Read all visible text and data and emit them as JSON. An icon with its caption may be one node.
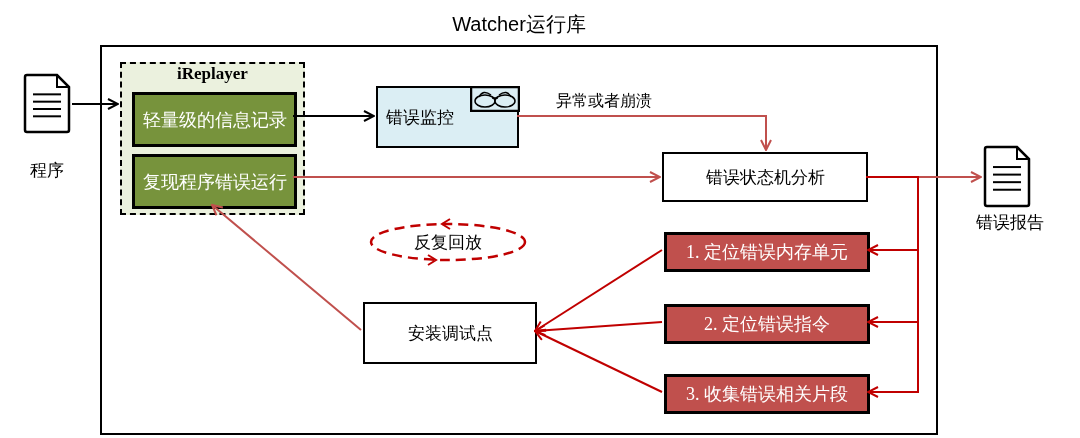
{
  "diagram": {
    "nodes": [
      {
        "text": [
          "Watcher运行库"
        ]
      },
      {
        "text": [],
        "shape": "document",
        "beside": [
          "程序"
        ]
      },
      {
        "text": [
          "iReplayer"
        ],
        "in": 0
      },
      {
        "text": [
          "轻量级的信息记录"
        ],
        "in": 2
      },
      {
        "text": [
          "复现程序错误运行"
        ],
        "in": 2
      },
      {
        "text": [
          "错误监控"
        ],
        "in": 0
      },
      {
        "text": [
          "错误状态机分析"
        ],
        "in": 0
      },
      {
        "text": [
          "反复回放"
        ],
        "in": 0
      },
      {
        "text": [
          "1. 定位错误内存单元"
        ],
        "in": 0
      },
      {
        "text": [
          "2. 定位错误指令"
        ],
        "in": 0
      },
      {
        "text": [
          "3. 收集错误相关片段"
        ],
        "in": 0
      },
      {
        "text": [
          "安装调试点"
        ],
        "in": 0
      },
      {
        "text": [],
        "shape": "document",
        "beside": [
          "错误报告"
        ]
      }
    ],
    "edges": [
      {
        "from": 1,
        "to": 2,
        "arrow": "to",
        "color": "#000000"
      },
      {
        "from": 3,
        "to": 5,
        "arrow": "to",
        "color": "#000000"
      },
      {
        "from": 5,
        "to": 6,
        "arrow": "to",
        "label": "异常或者崩溃",
        "color": "#c0504d"
      },
      {
        "from": 4,
        "to": 6,
        "arrow": "to",
        "color": "#c0504d"
      },
      {
        "from": 11,
        "to": 4,
        "arrow": "to",
        "color": "#c0504d"
      },
      {
        "from": 6,
        "to": 12,
        "arrow": "to",
        "color": "#c0504d"
      },
      {
        "from": 6,
        "to": 8,
        "arrow": "to",
        "color": "#c00000"
      },
      {
        "from": 6,
        "to": 9,
        "arrow": "to",
        "color": "#c00000"
      },
      {
        "from": 6,
        "to": 10,
        "arrow": "to",
        "color": "#c00000"
      },
      {
        "from": 8,
        "to": 11,
        "arrow": "to",
        "color": "#c00000"
      },
      {
        "from": 9,
        "to": 11,
        "arrow": "to",
        "color": "#c00000"
      },
      {
        "from": 10,
        "to": 11,
        "arrow": "to",
        "color": "#c00000"
      }
    ]
  }
}
